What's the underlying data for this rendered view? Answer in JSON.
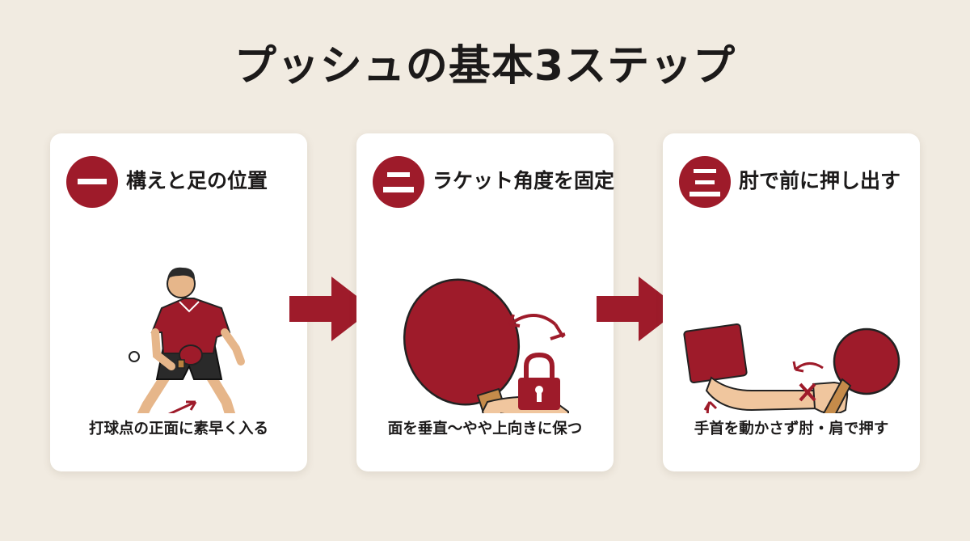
{
  "title": "プッシュの基本3ステップ",
  "colors": {
    "accent": "#9e1b2a",
    "background": "#f1ebe1",
    "card": "#ffffff"
  },
  "steps": [
    {
      "number": "一",
      "title": "構えと足の位置",
      "caption": "打球点の正面に素早く入る",
      "icon": "player-stance-icon"
    },
    {
      "number": "二",
      "title": "ラケット角度を固定",
      "caption": "面を垂直〜やや上向きに保つ",
      "icon": "racket-lock-icon"
    },
    {
      "number": "三",
      "title": "肘で前に押し出す",
      "caption": "手首を動かさず肘・肩で押す",
      "icon": "elbow-push-icon"
    }
  ],
  "step_arrow_icon": "right-arrow-icon"
}
